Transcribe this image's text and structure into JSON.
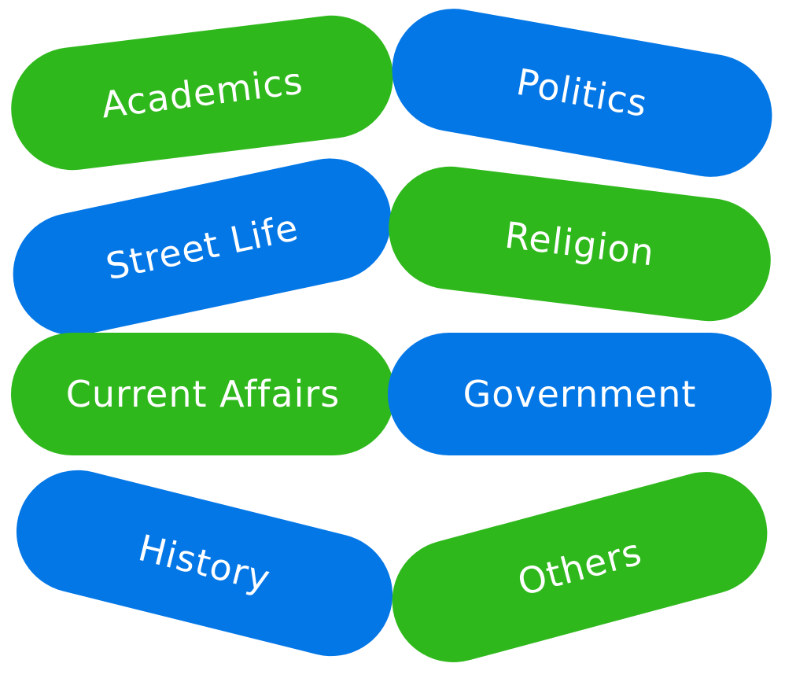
{
  "colors": {
    "green": "#2fb81c",
    "blue": "#0477e6",
    "text": "#ffffff",
    "background": "#ffffff"
  },
  "pills": [
    {
      "label": "Academics",
      "color": "green"
    },
    {
      "label": "Politics",
      "color": "blue"
    },
    {
      "label": "Street Life",
      "color": "blue"
    },
    {
      "label": "Religion",
      "color": "green"
    },
    {
      "label": "Current Affairs",
      "color": "green"
    },
    {
      "label": "Government",
      "color": "blue"
    },
    {
      "label": "History",
      "color": "blue"
    },
    {
      "label": "Others",
      "color": "green"
    }
  ]
}
